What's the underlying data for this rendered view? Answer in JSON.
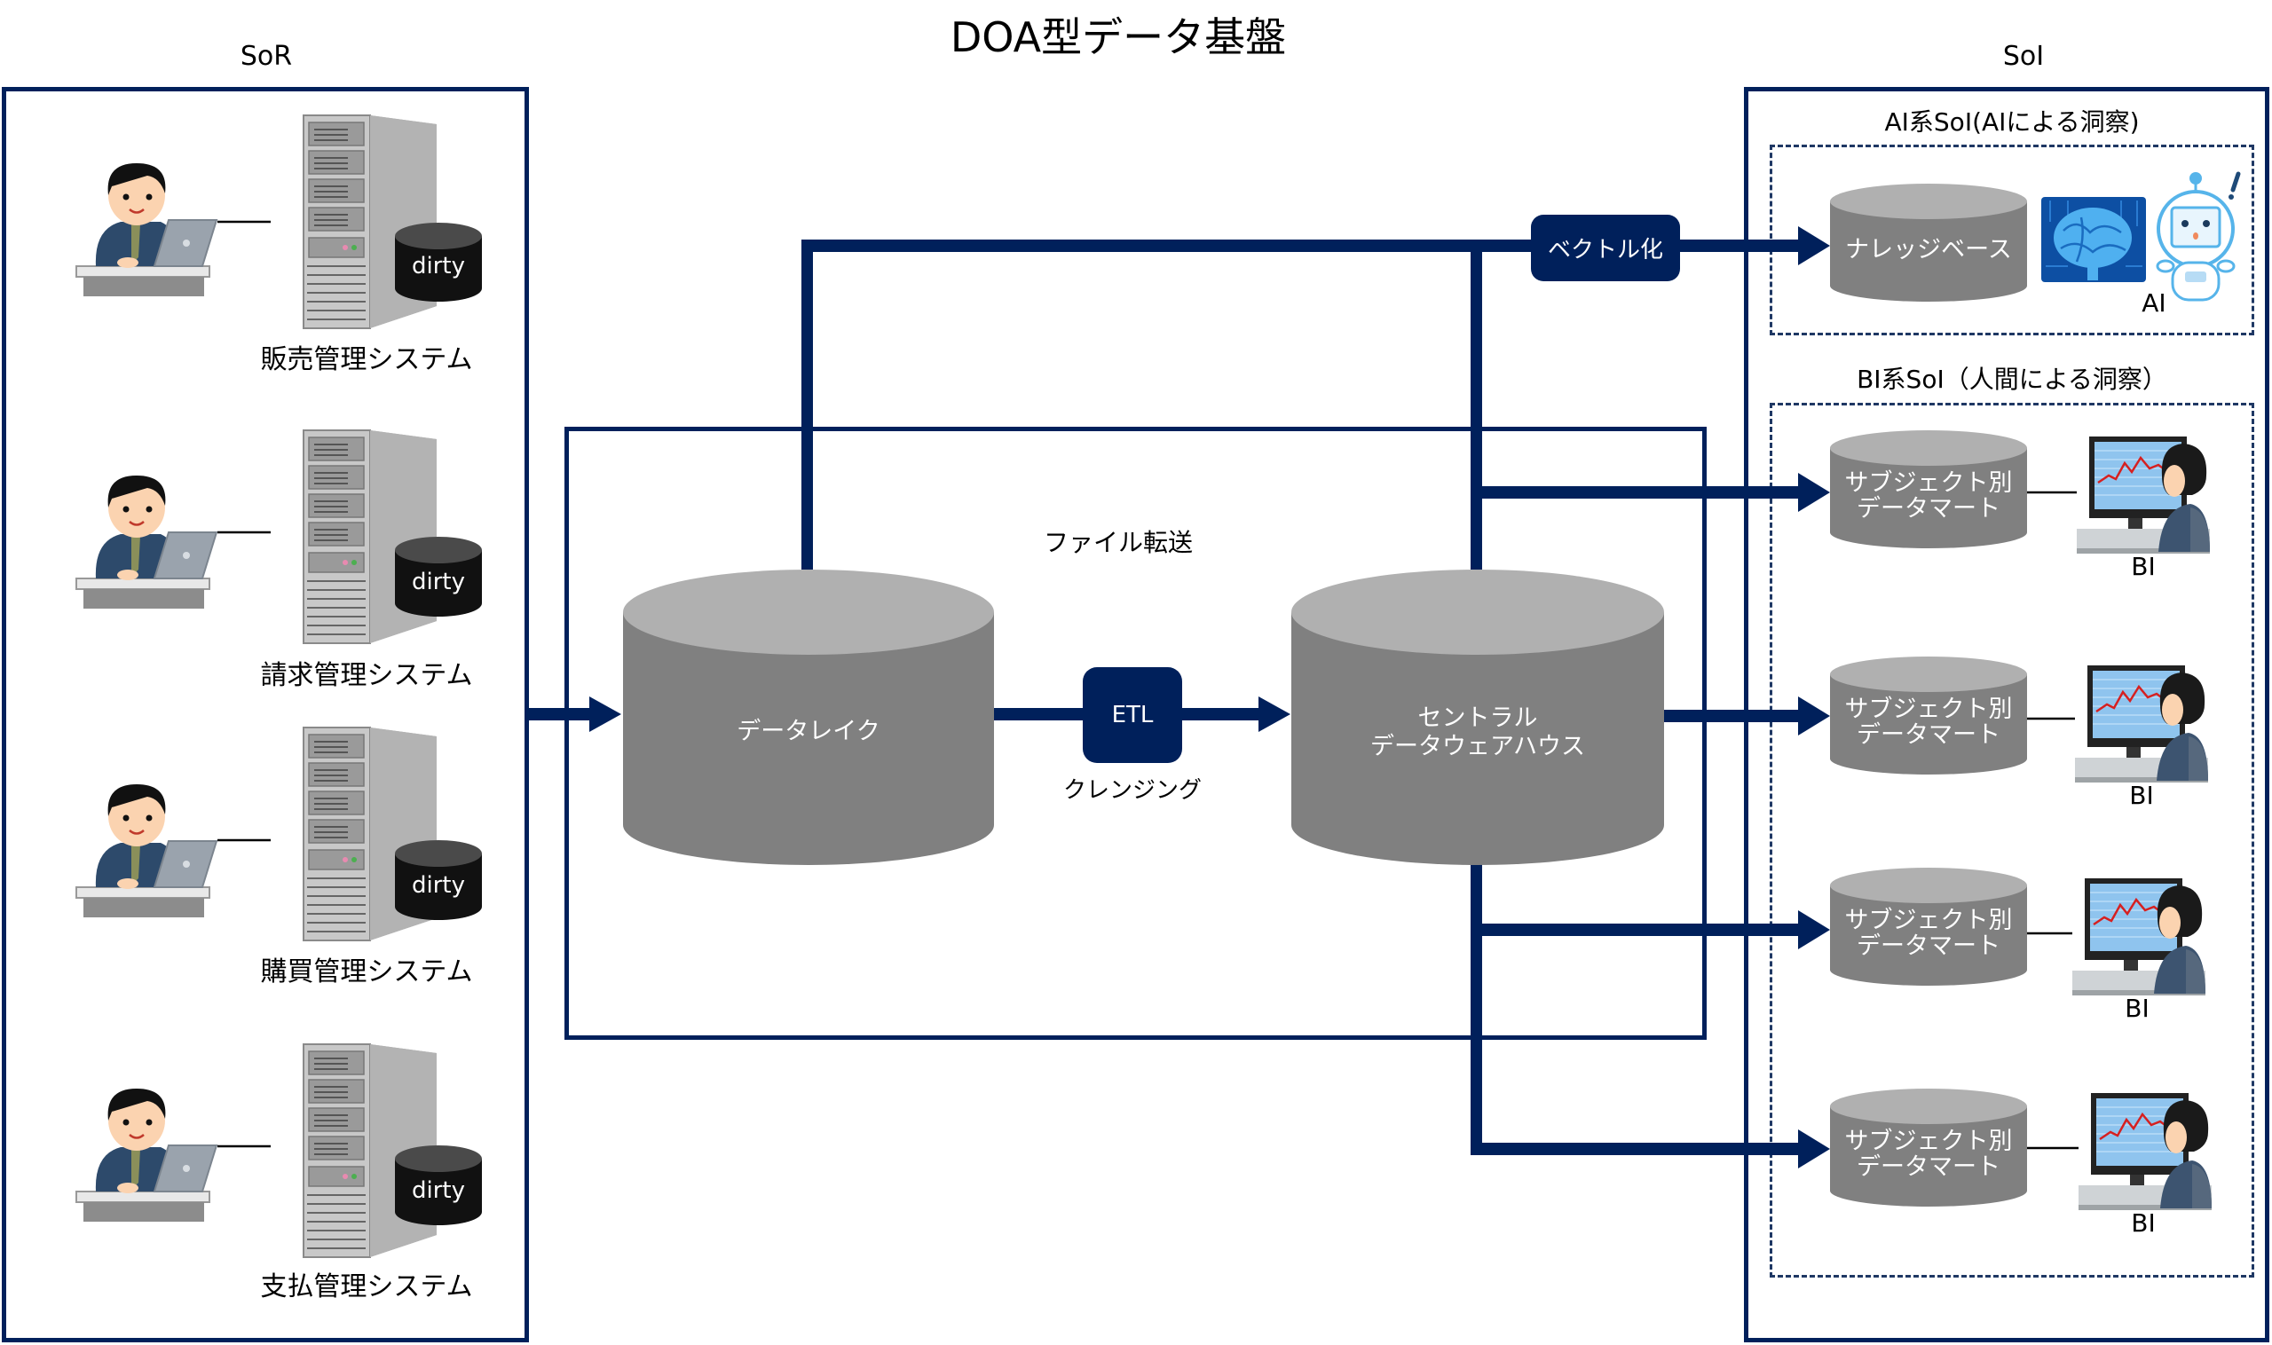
{
  "title": "DOA型データ基盤",
  "sor": {
    "label": "SoR",
    "systems": [
      {
        "name": "販売管理システム",
        "db_label": "dirty"
      },
      {
        "name": "請求管理システム",
        "db_label": "dirty"
      },
      {
        "name": "購買管理システム",
        "db_label": "dirty"
      },
      {
        "name": "支払管理システム",
        "db_label": "dirty"
      }
    ]
  },
  "platform": {
    "file_transfer_label": "ファイル転送",
    "data_lake_label": "データレイク",
    "etl_label": "ETL",
    "cleansing_label": "クレンジング",
    "dwh_label_line1": "セントラル",
    "dwh_label_line2": "データウェアハウス",
    "vectorize_label": "ベクトル化"
  },
  "soi": {
    "label": "SoI",
    "ai_section": {
      "label": "AI系SoI(AIによる洞察)",
      "knowledge_base_label": "ナレッジベース",
      "ai_label": "AI"
    },
    "bi_section": {
      "label": "BI系SoI（人間による洞察）",
      "marts": [
        {
          "line1": "サブジェクト別",
          "line2": "データマート",
          "user_label": "BI"
        },
        {
          "line1": "サブジェクト別",
          "line2": "データマート",
          "user_label": "BI"
        },
        {
          "line1": "サブジェクト別",
          "line2": "データマート",
          "user_label": "BI"
        },
        {
          "line1": "サブジェクト別",
          "line2": "データマート",
          "user_label": "BI"
        }
      ]
    }
  },
  "colors": {
    "navy": "#00205b",
    "cylinder_top": "#b0b0b0",
    "cylinder_body": "#808080",
    "dirty_db": "#111111"
  }
}
